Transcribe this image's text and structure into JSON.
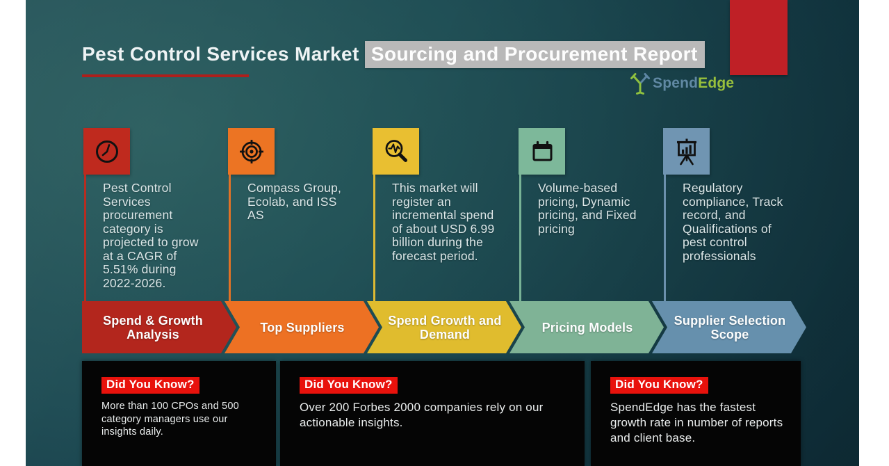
{
  "header": {
    "title_plain": "Pest Control Services Market ",
    "title_highlight": "Sourcing and Procurement Report",
    "highlight_bg": "#b9b9b9",
    "underline_color": "#ae1f1b",
    "corner_block_color": "#bf2026"
  },
  "logo": {
    "spend": "Spend",
    "edge": "Edge",
    "spend_color": "#6189a4",
    "edge_color": "#99c13c"
  },
  "columns": [
    {
      "icon": "clock-icon",
      "color": "#bf2a1e",
      "text": "Pest Control Services procurement category is projected to grow at a CAGR of 5.51% during 2022-2026."
    },
    {
      "icon": "target-icon",
      "color": "#ec7423",
      "text": "Compass Group, Ecolab, and ISS AS"
    },
    {
      "icon": "magnifier-pulse-icon",
      "color": "#e9bf31",
      "text": "This market will register an incremental spend of about USD 6.99 billion during the forecast period."
    },
    {
      "icon": "calendar-icon",
      "color": "#7db89a",
      "text": "Volume-based pricing, Dynamic pricing, and Fixed pricing"
    },
    {
      "icon": "presentation-chart-icon",
      "color": "#7095b2",
      "text": "Regulatory compliance, Track record, and Qualifications of pest control professionals"
    }
  ],
  "arrows": [
    {
      "label": "Spend & Growth Analysis",
      "color": "#b3261d"
    },
    {
      "label": "Top Suppliers",
      "color": "#ed7123"
    },
    {
      "label": "Spend Growth and Demand",
      "color": "#e0bc2e"
    },
    {
      "label": "Pricing Models",
      "color": "#7fb396"
    },
    {
      "label": "Supplier Selection Scope",
      "color": "#6690ad"
    }
  ],
  "facts": {
    "heading_bg": "#e8120c",
    "items": [
      {
        "heading": "Did You Know?",
        "body": "More than 100 CPOs and 500 category managers use our insights daily."
      },
      {
        "heading": "Did You Know?",
        "body": "Over 200 Forbes 2000 companies rely on our actionable insights."
      },
      {
        "heading": "Did You Know?",
        "body": "SpendEdge has the fastest growth rate in number of reports and client base."
      }
    ]
  }
}
